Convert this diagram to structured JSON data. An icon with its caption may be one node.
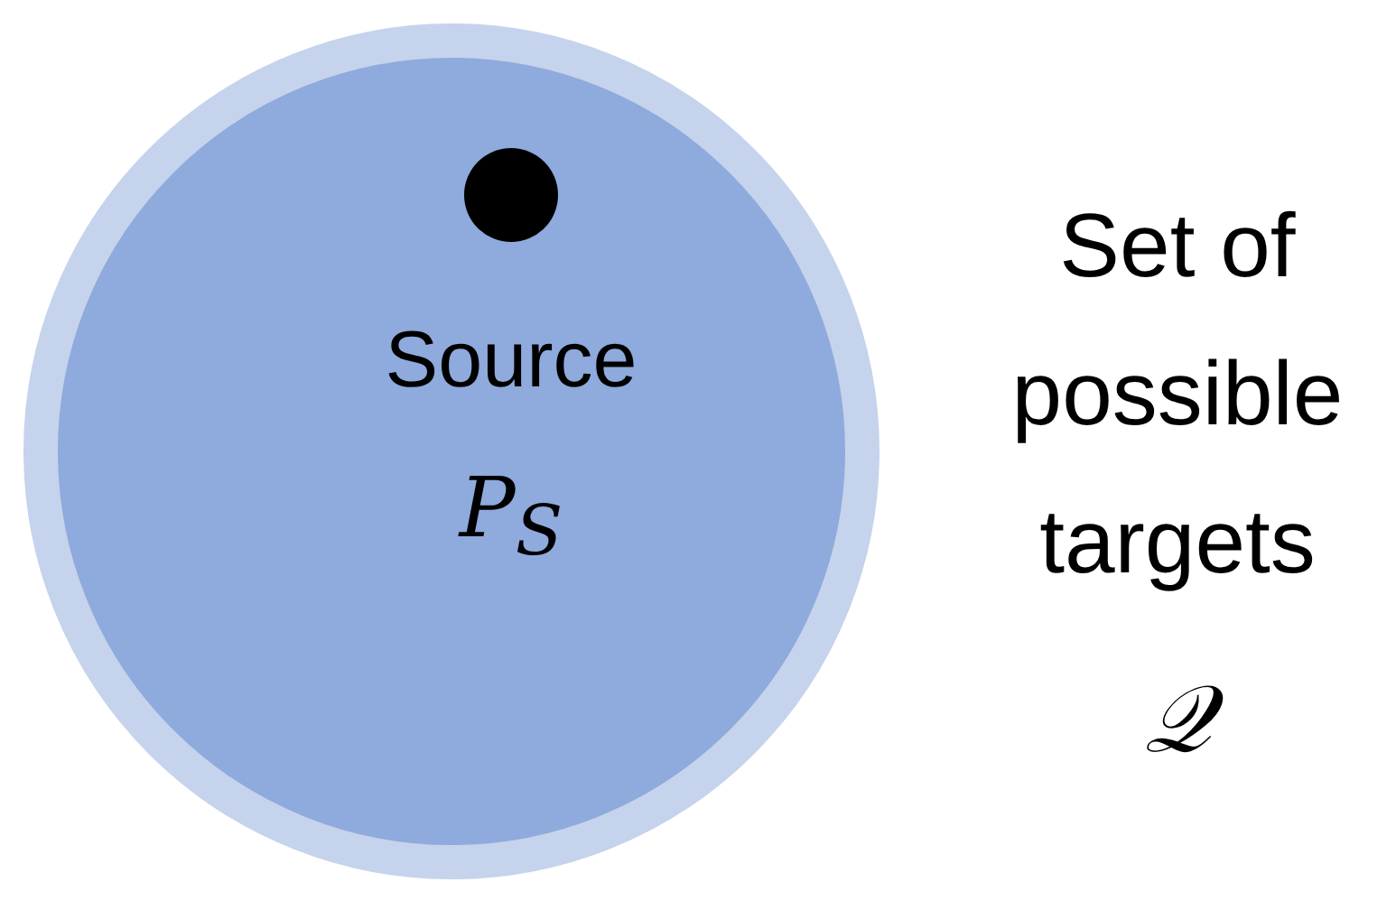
{
  "diagram": {
    "nodes": [
      {
        "text": [],
        "shape": "circle",
        "beside": [
          "Set of possible targets",
          "𝒬"
        ]
      },
      {
        "text": [],
        "shape": "circle",
        "in": 0,
        "beside": [
          "Source",
          "P$_{S}$"
        ]
      }
    ]
  }
}
